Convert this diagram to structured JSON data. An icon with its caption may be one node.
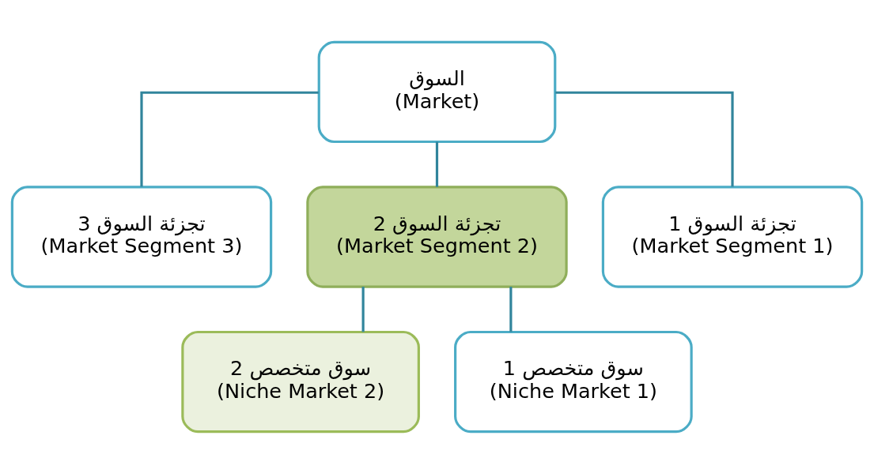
{
  "diagram": {
    "nodes": [
      {
        "text": [
          "السوق",
          "(Market)"
        ]
      },
      {
        "text": [
          "تجزئة السوق 3",
          "(Market Segment 3)"
        ]
      },
      {
        "text": [
          "تجزئة السوق 2",
          "(Market Segment 2)"
        ]
      },
      {
        "text": [
          "تجزئة السوق 1",
          "(Market Segment 1)"
        ]
      },
      {
        "text": [
          "سوق متخصص 2",
          "(Niche Market 2)"
        ]
      },
      {
        "text": [
          "سوق متخصص 1",
          "(Niche Market 1)"
        ]
      }
    ],
    "edges": [
      {
        "from": 0,
        "to": 1,
        "arrow": "none"
      },
      {
        "from": 0,
        "to": 2,
        "arrow": "none"
      },
      {
        "from": 0,
        "to": 3,
        "arrow": "none"
      },
      {
        "from": 2,
        "to": 4,
        "arrow": "none"
      },
      {
        "from": 2,
        "to": 5,
        "arrow": "none"
      }
    ]
  }
}
